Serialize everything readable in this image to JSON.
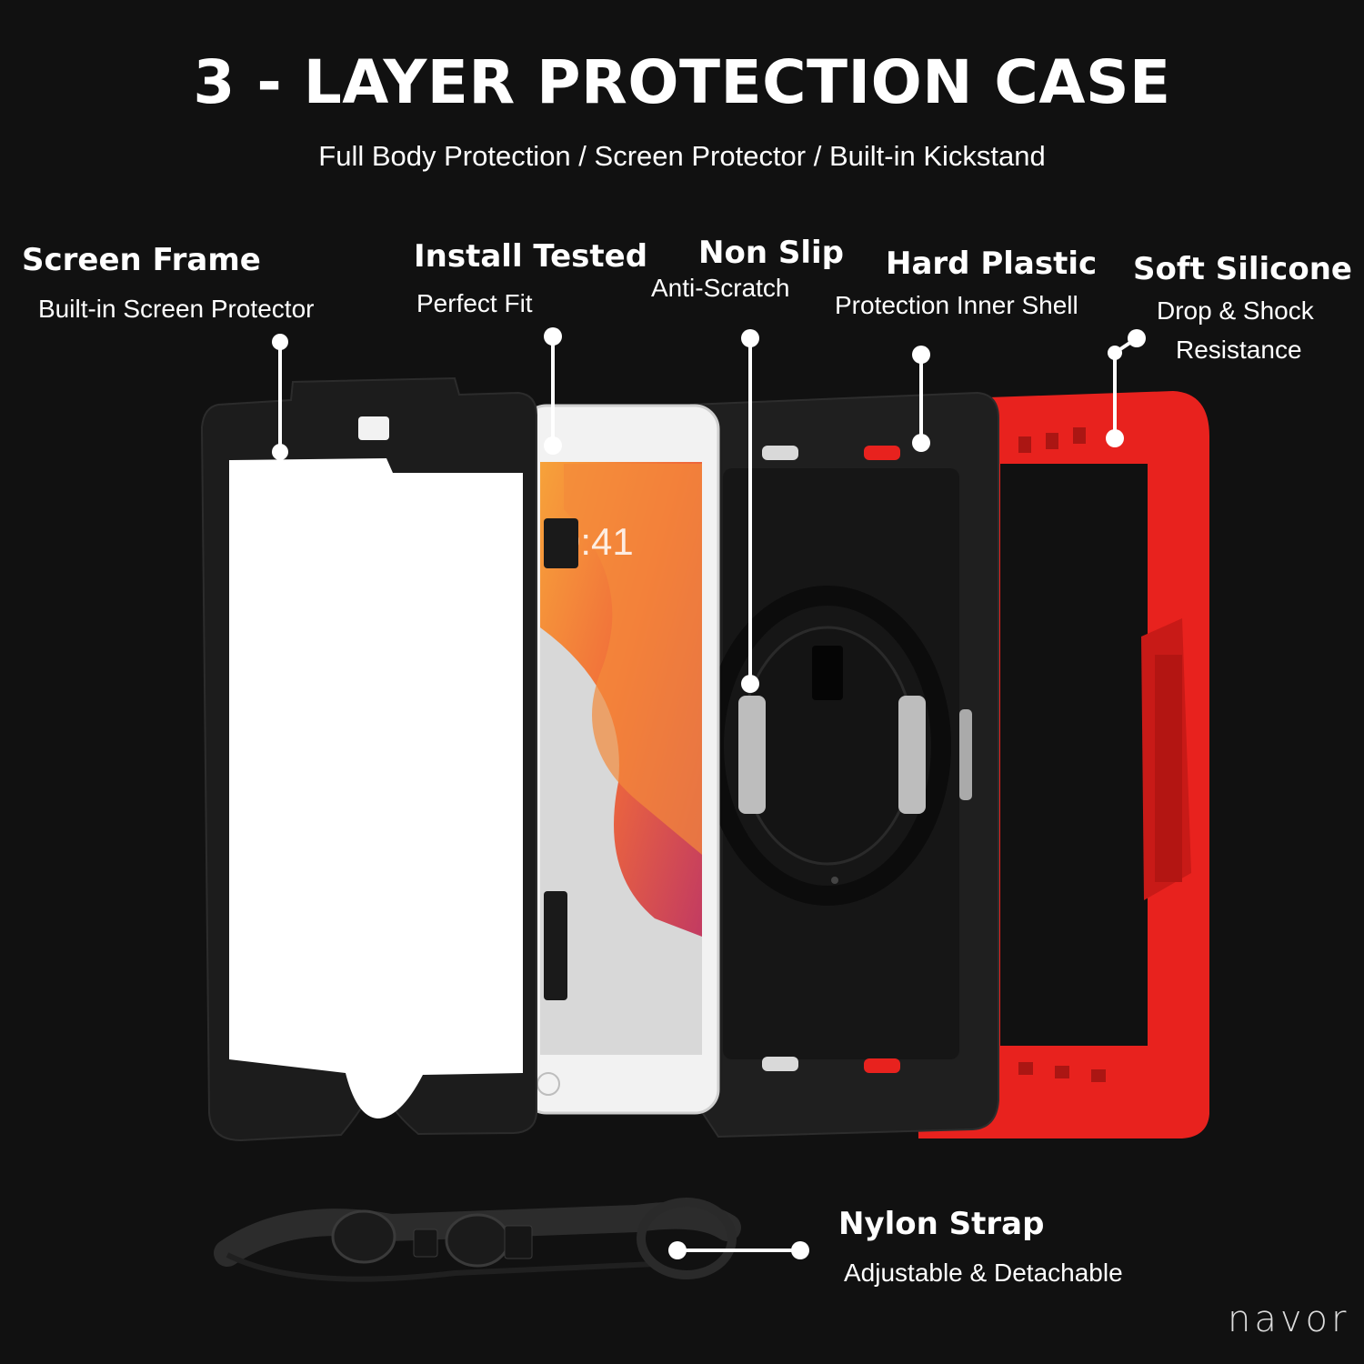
{
  "header": {
    "title": "3 - LAYER PROTECTION CASE",
    "subtitle": "Full Body Protection / Screen Protector / Built-in Kickstand"
  },
  "features": [
    {
      "title": "Screen Frame",
      "subtitle": "Built-in Screen Protector"
    },
    {
      "title": "Install Tested",
      "subtitle": "Perfect Fit"
    },
    {
      "title": "Non Slip",
      "subtitle": "Anti-Scratch"
    },
    {
      "title": "Hard Plastic",
      "subtitle": "Protection Inner Shell"
    },
    {
      "title": "Soft Silicone",
      "subtitle": "Drop & Shock",
      "subtitle2": "Resistance"
    },
    {
      "title": "Nylon Strap",
      "subtitle": "Adjustable & Detachable"
    }
  ],
  "tablet_screen": {
    "time": "9:41"
  },
  "brand": "navor",
  "colors": {
    "background": "#111111",
    "accent_red": "#e8221e",
    "frame_black": "#1c1c1c",
    "callout": "#ffffff"
  }
}
